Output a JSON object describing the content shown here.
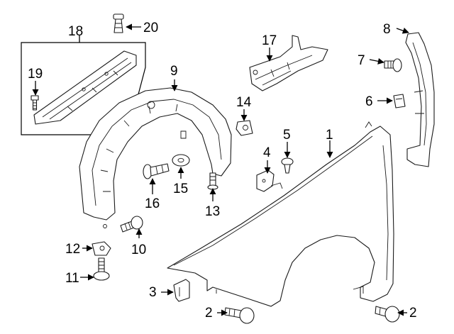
{
  "diagram": {
    "callouts": {
      "c1": "1",
      "c2a": "2",
      "c2b": "2",
      "c3": "3",
      "c4": "4",
      "c5": "5",
      "c6": "6",
      "c7": "7",
      "c8": "8",
      "c9": "9",
      "c10": "10",
      "c11": "11",
      "c12": "12",
      "c13": "13",
      "c14": "14",
      "c15": "15",
      "c16": "16",
      "c17": "17",
      "c18": "18",
      "c19": "19",
      "c20": "20"
    },
    "parts": [
      {
        "callout": "1",
        "part": "fender-panel"
      },
      {
        "callout": "2",
        "part": "fender-bolt"
      },
      {
        "callout": "3",
        "part": "fender-bracket-lower"
      },
      {
        "callout": "4",
        "part": "fender-bracket-upper"
      },
      {
        "callout": "5",
        "part": "push-clip"
      },
      {
        "callout": "6",
        "part": "retainer-clip"
      },
      {
        "callout": "7",
        "part": "bolt"
      },
      {
        "callout": "8",
        "part": "fender-insulator"
      },
      {
        "callout": "9",
        "part": "fender-liner"
      },
      {
        "callout": "10",
        "part": "screw"
      },
      {
        "callout": "11",
        "part": "bolt"
      },
      {
        "callout": "12",
        "part": "nut-clip"
      },
      {
        "callout": "13",
        "part": "stud"
      },
      {
        "callout": "14",
        "part": "retainer"
      },
      {
        "callout": "15",
        "part": "washer"
      },
      {
        "callout": "16",
        "part": "push-pin"
      },
      {
        "callout": "17",
        "part": "splash-shield"
      },
      {
        "callout": "18",
        "part": "sill-seal-assembly"
      },
      {
        "callout": "19",
        "part": "screw"
      },
      {
        "callout": "20",
        "part": "push-clip"
      }
    ]
  }
}
